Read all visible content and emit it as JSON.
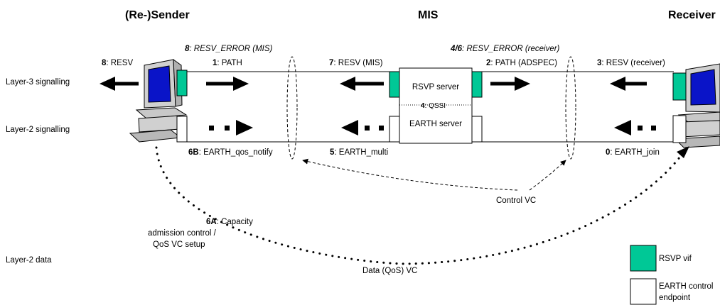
{
  "headers": {
    "sender": "(Re-)Sender",
    "mis": "MIS",
    "receiver": "Receiver"
  },
  "layers": {
    "l3": "Layer-3 signalling",
    "l2s": "Layer-2 signalling",
    "l2d": "Layer-2 data"
  },
  "steps": {
    "s8_resv": {
      "num": "8",
      "text": ": RESV"
    },
    "s8_err": {
      "num": "8",
      "text": ": RESV_ERROR (MIS)"
    },
    "s1": {
      "num": "1",
      "text": ": PATH"
    },
    "s7": {
      "num": "7",
      "text": ": RESV (MIS)"
    },
    "s46": {
      "num": "4/6",
      "text": ": RESV_ERROR (receiver)"
    },
    "s2": {
      "num": "2",
      "text": ": PATH (ADSPEC)"
    },
    "s3": {
      "num": "3",
      "text": ": RESV (receiver)"
    },
    "s6b": {
      "num": "6B",
      "text": ": EARTH_qos_notify"
    },
    "s5": {
      "num": "5",
      "text": ": EARTH_multi"
    },
    "s0": {
      "num": "0",
      "text": ": EARTH_join"
    },
    "s4": {
      "num": "4",
      "text": ": QSSI"
    },
    "s6a": {
      "num": "6A",
      "line1": ": Capacity",
      "line2": "admission control /",
      "line3": "QoS VC setup"
    }
  },
  "mis_box": {
    "rsvp_server": "RSVP server",
    "earth_server": "EARTH server"
  },
  "annotations": {
    "control_vc": "Control VC",
    "data_vc": "Data (QoS) VC"
  },
  "legend": {
    "rsvp_vif": "RSVP vif",
    "earth_line1": "EARTH control",
    "earth_line2": "endpoint"
  },
  "colors": {
    "rsvp_vif": "#00c896",
    "screen": "#0a14c8",
    "computer_body": "#d0d0d0"
  }
}
